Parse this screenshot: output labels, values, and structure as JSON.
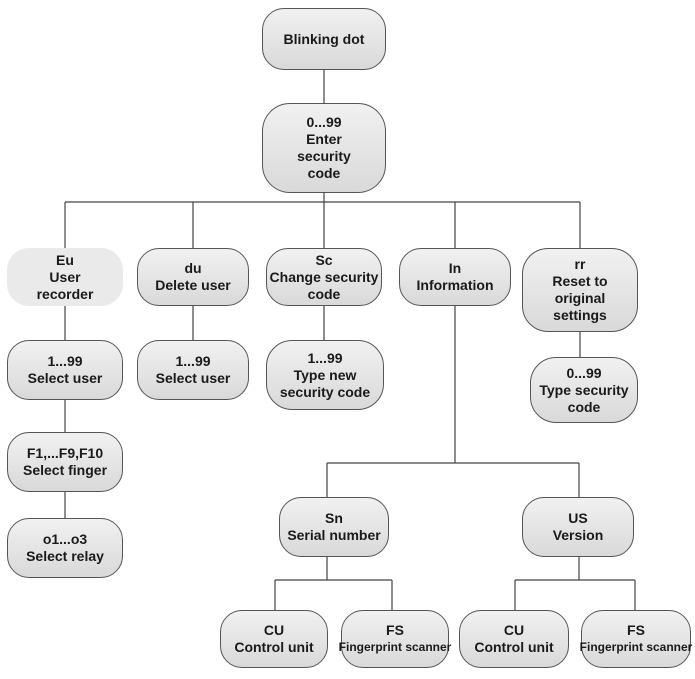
{
  "root": {
    "line1": "Blinking dot"
  },
  "code": {
    "line1": "0...99",
    "line2": "Enter",
    "line3": "security",
    "line4": "code"
  },
  "branches": {
    "eu": {
      "code": "Eu",
      "line1": "User",
      "line2": "recorder"
    },
    "du": {
      "code": "du",
      "line1": "Delete user"
    },
    "sc": {
      "code": "Sc",
      "line1": "Change security",
      "line2": "code"
    },
    "in": {
      "code": "In",
      "line1": "Information"
    },
    "rr": {
      "code": "rr",
      "line1": "Reset to",
      "line2": "original",
      "line3": "settings"
    }
  },
  "eu_children": [
    {
      "code": "1...99",
      "label": "Select user"
    },
    {
      "code": "F1,...F9,F10",
      "label": "Select finger"
    },
    {
      "code": "o1...o3",
      "label": "Select relay"
    }
  ],
  "du_child": {
    "code": "1...99",
    "label": "Select user"
  },
  "sc_child": {
    "code": "1...99",
    "line1": "Type new",
    "line2": "security code"
  },
  "rr_child": {
    "code": "0...99",
    "line1": "Type security",
    "line2": "code"
  },
  "info": {
    "sn": {
      "code": "Sn",
      "label": "Serial number"
    },
    "us": {
      "code": "US",
      "label": "Version"
    }
  },
  "sn_children": [
    {
      "code": "CU",
      "label": "Control unit"
    },
    {
      "code": "FS",
      "label": "Fingerprint scanner"
    }
  ],
  "us_children": [
    {
      "code": "CU",
      "label": "Control unit"
    },
    {
      "code": "FS",
      "label": "Fingerprint scanner"
    }
  ]
}
